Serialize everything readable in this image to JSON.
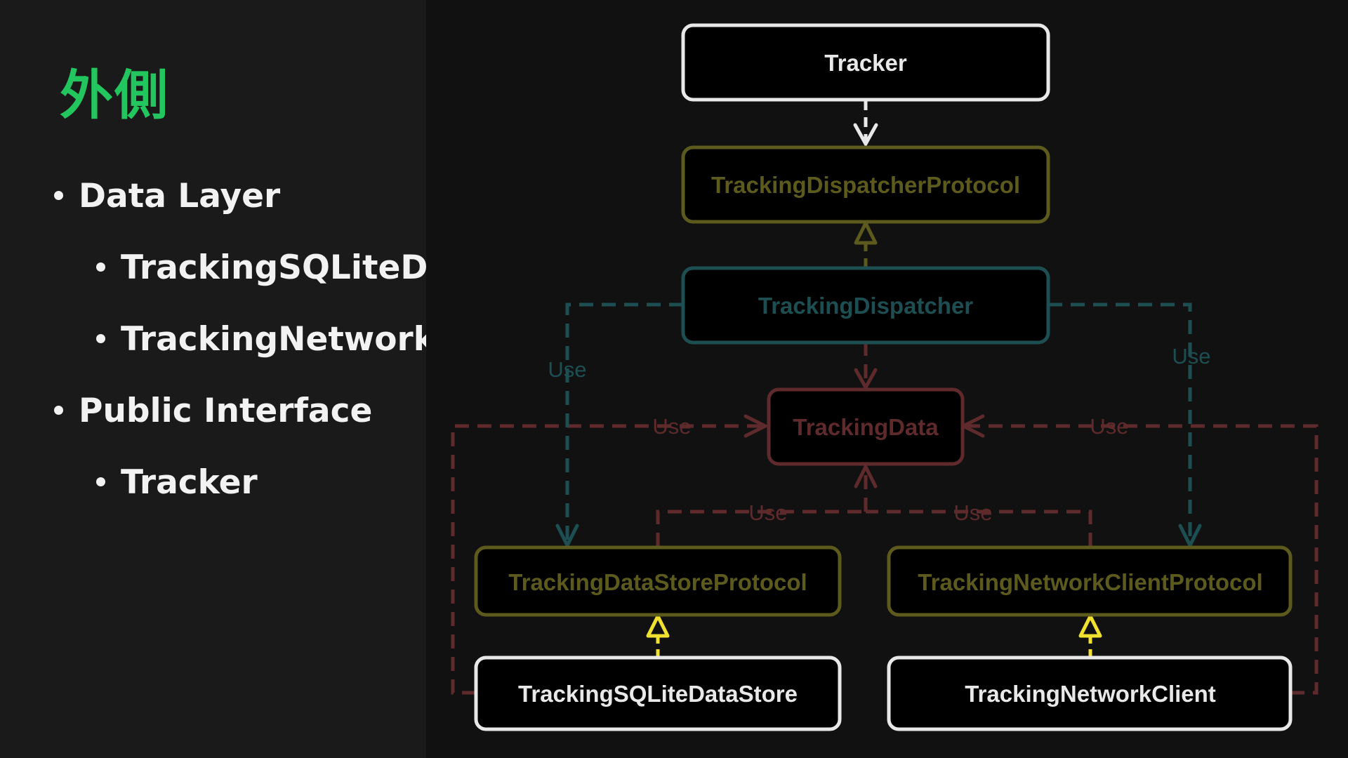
{
  "slide": {
    "title": "外側",
    "bullets": [
      {
        "level": 1,
        "text": "Data Layer"
      },
      {
        "level": 2,
        "text": "TrackingSQLiteDataStore"
      },
      {
        "level": 2,
        "text": "TrackingNetworkClient"
      },
      {
        "level": 1,
        "text": "Public Interface"
      },
      {
        "level": 2,
        "text": "Tracker"
      }
    ]
  },
  "diagram": {
    "nodes": {
      "tracker": "Tracker",
      "dispatcher_protocol": "TrackingDispatcherProtocol",
      "dispatcher": "TrackingDispatcher",
      "tracking_data": "TrackingData",
      "datastore_protocol": "TrackingDataStoreProtocol",
      "networkclient_protocol": "TrackingNetworkClientProtocol",
      "sqlite_datastore": "TrackingSQLiteDataStore",
      "network_client": "TrackingNetworkClient"
    },
    "edge_labels": {
      "dispatcher_to_datastore": "Use",
      "dispatcher_to_network": "Use",
      "left_to_data": "Use",
      "right_to_data": "Use",
      "datastore_proto_to_data": "Use",
      "network_proto_to_data": "Use"
    },
    "colors": {
      "white": "#e8e8e8",
      "olive": "#5c5a1c",
      "teal": "#1d4f52",
      "red": "#5e2a2c",
      "yellow": "#f0e030"
    }
  }
}
